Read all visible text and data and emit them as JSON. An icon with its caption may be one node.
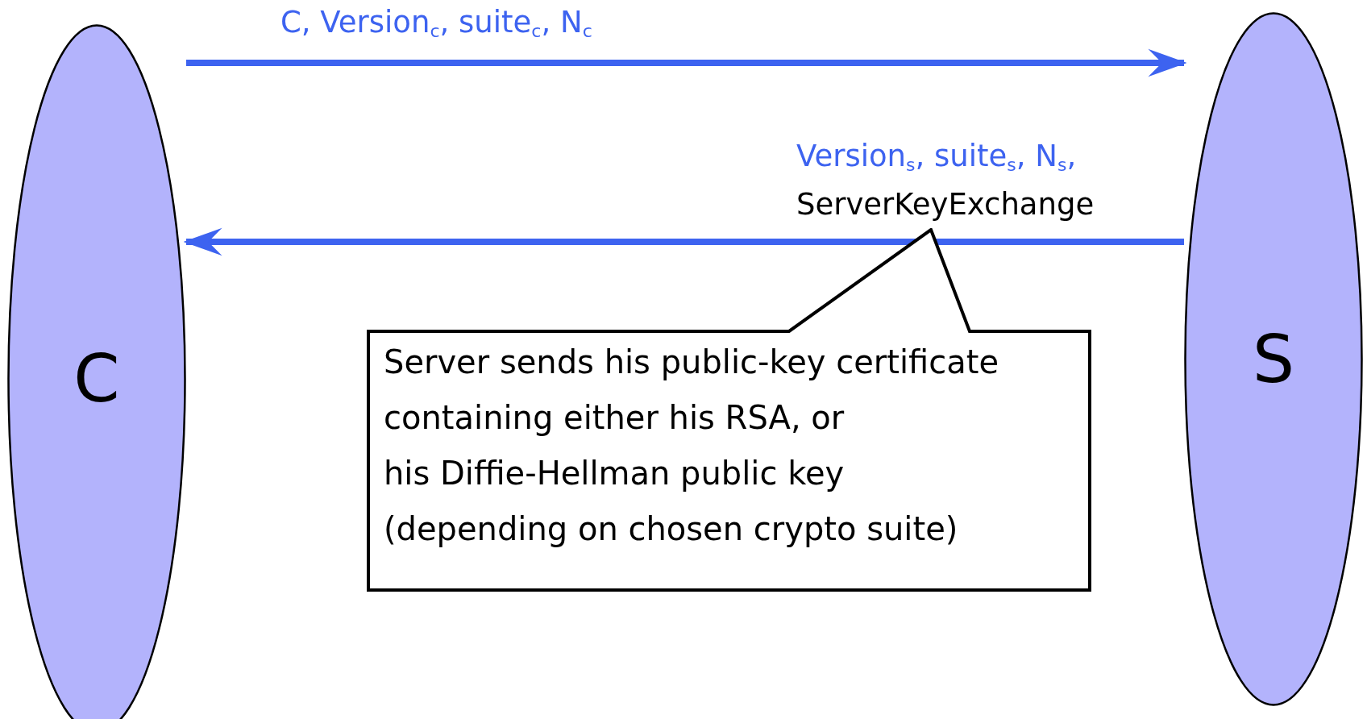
{
  "diagram": {
    "nodes": [
      {
        "text": [
          "C"
        ]
      },
      {
        "text": [
          "S"
        ]
      },
      {
        "text": [
          "Server sends his public-key certificate",
          "containing either his RSA, or",
          "his Diffie-Hellman public key",
          "(depending on chosen crypto suite)"
        ]
      }
    ],
    "edges": [
      {
        "from": 0,
        "to": 1,
        "arrow": "to",
        "label": "C, Version$_{c}$, suite$_{c}$, N$_{c}$",
        "color": "#3d63f0"
      },
      {
        "from": 1,
        "to": 0,
        "arrow": "to",
        "label": "Version$_{s}$, suite$_{s}$, N$_{s}$,",
        "color": "#3d63f0"
      }
    ],
    "labels": [
      "ServerKeyExchange"
    ]
  }
}
